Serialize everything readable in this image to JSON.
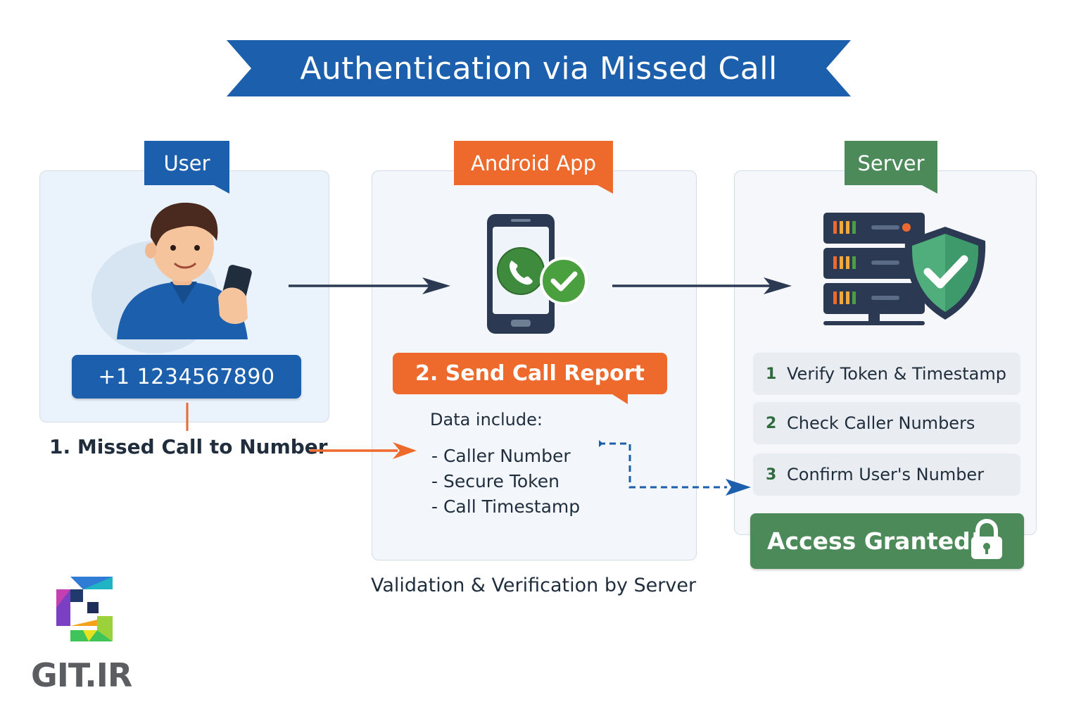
{
  "title": "Authentication via Missed Call",
  "colors": {
    "blue": "#1c5fac",
    "orange": "#ee6a2c",
    "green": "#4d8a5a",
    "dark": "#2b3a52"
  },
  "user": {
    "tag": "User",
    "phone_number": "+1 1234567890",
    "step_label": "1. Missed Call to Number"
  },
  "app": {
    "tag": "Android App",
    "report_label": "2. Send Call Report",
    "data_include": "Data include:",
    "data_items": [
      "- Caller Number",
      "- Secure Token",
      "- Call Timestamp"
    ]
  },
  "server": {
    "tag": "Server",
    "steps": [
      {
        "num": "1",
        "label": "Verify Token & Timestamp"
      },
      {
        "num": "2",
        "label": "Check Caller Numbers"
      },
      {
        "num": "3",
        "label": "Confirm User's Number"
      }
    ],
    "access_label": "Access Granted!"
  },
  "caption": "Validation & Verification by Server",
  "logo": {
    "text": "GIT.IR"
  },
  "icons": [
    "user-illustration",
    "smartphone-icon",
    "phone-call-icon",
    "check-circle-icon",
    "server-rack-icon",
    "shield-check-icon",
    "padlock-icon",
    "git-ir-logo-icon"
  ]
}
